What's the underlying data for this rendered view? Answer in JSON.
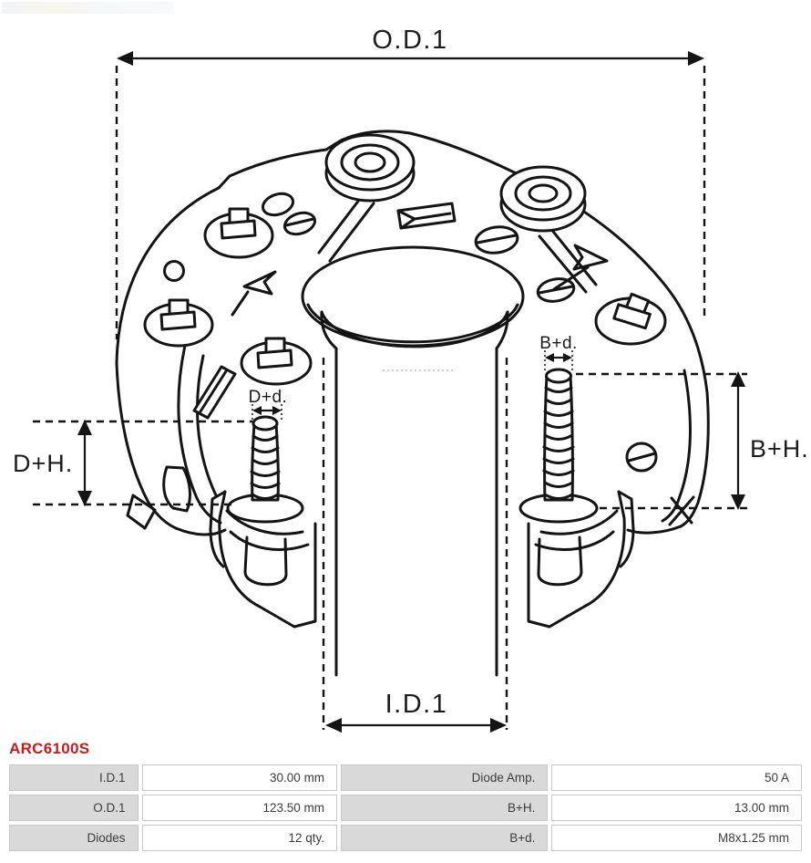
{
  "brand": {
    "logo_icon": "faint-brand-logo"
  },
  "product": {
    "code": "ARC6100S"
  },
  "diagram": {
    "dim_labels": {
      "od1": "O.D.1",
      "id1": "I.D.1",
      "dh": "D+H.",
      "bh": "B+H.",
      "dd": "D+d.",
      "bd": "B+d."
    }
  },
  "spec_table": {
    "rows": [
      {
        "label_left": "I.D.1",
        "value_left": "30.00 mm",
        "label_right": "Diode Amp.",
        "value_right": "50 A"
      },
      {
        "label_left": "O.D.1",
        "value_left": "123.50 mm",
        "label_right": "B+H.",
        "value_right": "13.00 mm"
      },
      {
        "label_left": "Diodes",
        "value_left": "12 qty.",
        "label_right": "B+d.",
        "value_right": "M8x1.25 mm"
      }
    ]
  },
  "colors": {
    "accent_red": "#cc1a1a",
    "line_color": "#141414",
    "table_label_bg": "#d9d9d9",
    "table_value_bg": "#ffffff",
    "table_border": "#c8c8c8"
  }
}
